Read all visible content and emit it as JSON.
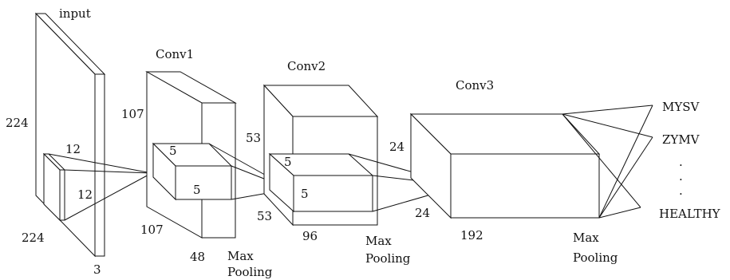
{
  "input": {
    "title": "input",
    "height_label": "224",
    "width_label": "224",
    "depth_label": "3",
    "kernel_h_label": "12",
    "kernel_w_label": "12"
  },
  "conv1": {
    "title": "Conv1",
    "height_label": "107",
    "width_label": "107",
    "depth_label": "48",
    "kernel_h_label": "5",
    "kernel_w_label": "5",
    "pool_label_1": "Max",
    "pool_label_2": "Pooling"
  },
  "conv2": {
    "title": "Conv2",
    "height_label": "53",
    "width_label": "53",
    "depth_label": "96",
    "kernel_h_label": "5",
    "kernel_w_label": "5",
    "pool_label_1": "Max",
    "pool_label_2": "Pooling"
  },
  "conv3": {
    "title": "Conv3",
    "height_label": "24",
    "width_label": "24",
    "depth_label": "192",
    "pool_label_1": "Max",
    "pool_label_2": "Pooling"
  },
  "outputs": {
    "class_1": "MYSV",
    "class_2": "ZYMV",
    "dot_1": ".",
    "dot_2": ".",
    "dot_3": ".",
    "class_last": "HEALTHY"
  }
}
